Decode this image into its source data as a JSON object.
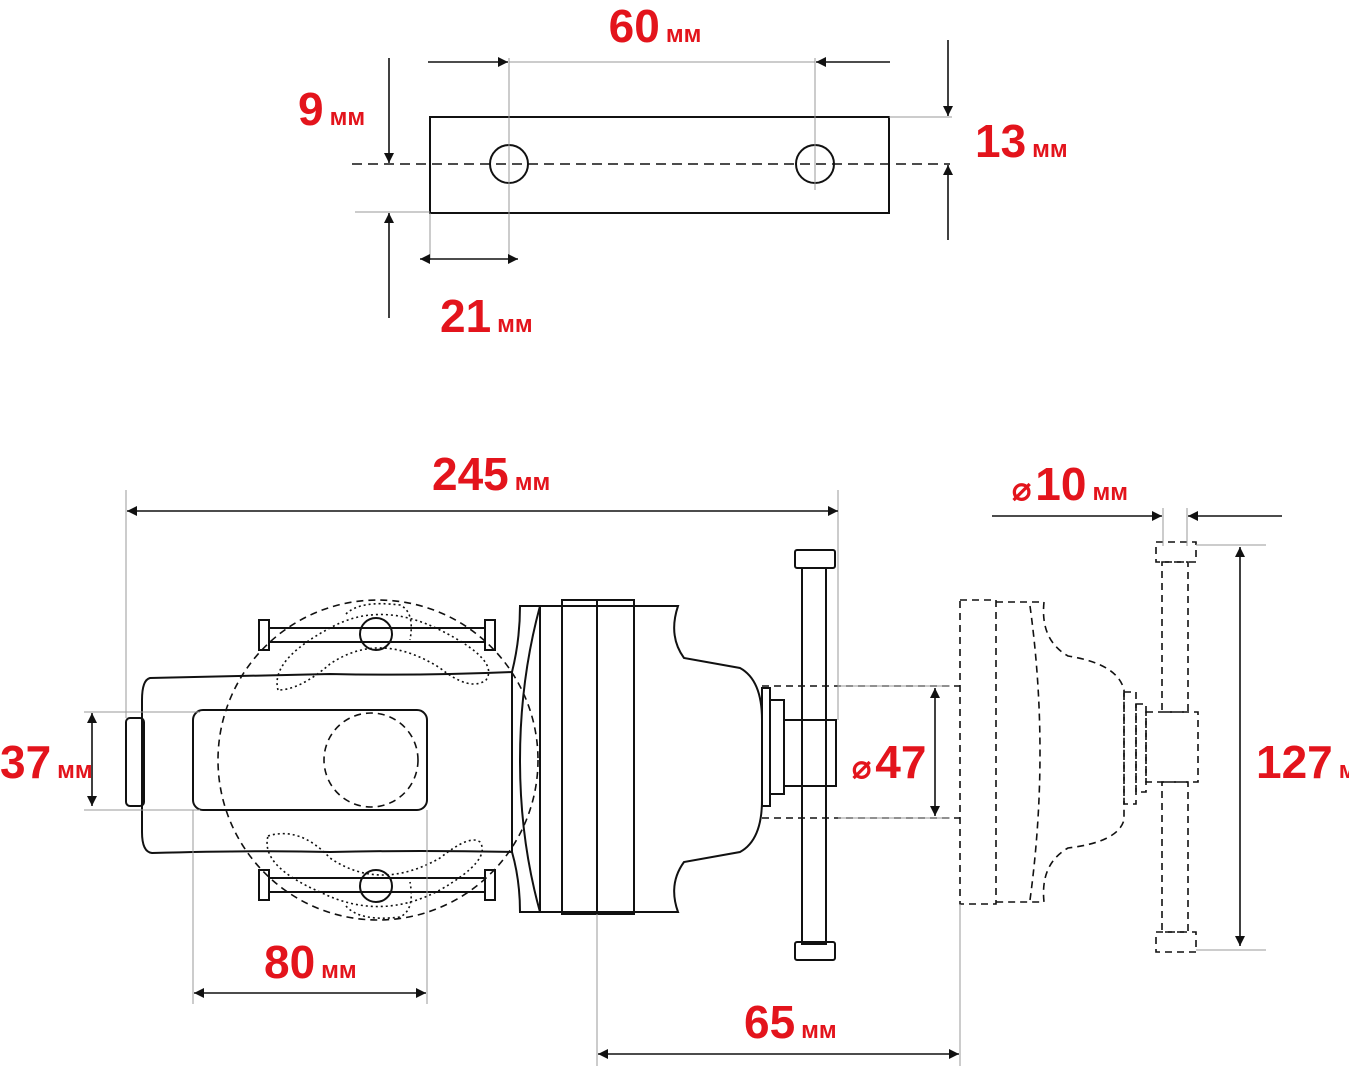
{
  "colors": {
    "label": "#e3141c",
    "line": "#111111"
  },
  "unit": "мм",
  "diameter_symbol": "⌀",
  "dimensions": {
    "top_width": "60",
    "top_left_offset": "9",
    "top_height": "13",
    "top_hole_offset": "21",
    "overall_length": "245",
    "pin_diameter": "10",
    "left_height": "37",
    "piston_diameter": "47",
    "handle_length": "127",
    "jaw_width": "80",
    "screw_travel": "65"
  }
}
